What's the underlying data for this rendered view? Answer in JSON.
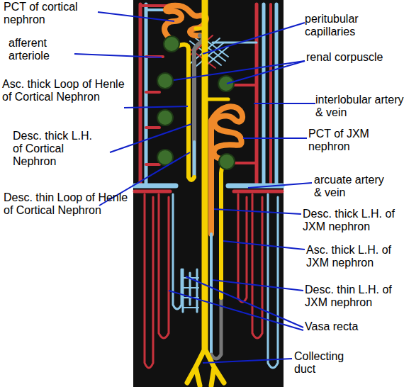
{
  "diagram": {
    "labels": [
      "PCT of cortical nephron",
      "afferent arteriole",
      "Asc. thick Loop of Henle of Cortical Nephron",
      "Desc. thick L.H. of Cortical Nephron",
      "Desc. thin Loop of Henle of Cortical Nephron",
      "peritubular capillaries",
      "renal corpuscle",
      "interlobular artery & vein",
      "PCT of JXM nephron",
      "arcuate artery & vein",
      "Desc. thick L.H. of JXM nephron",
      "Asc. thick L.H. of JXM nephron",
      "Desc. thin L.H. of JXM nephron",
      "Vasa recta",
      "Collecting duct"
    ]
  }
}
